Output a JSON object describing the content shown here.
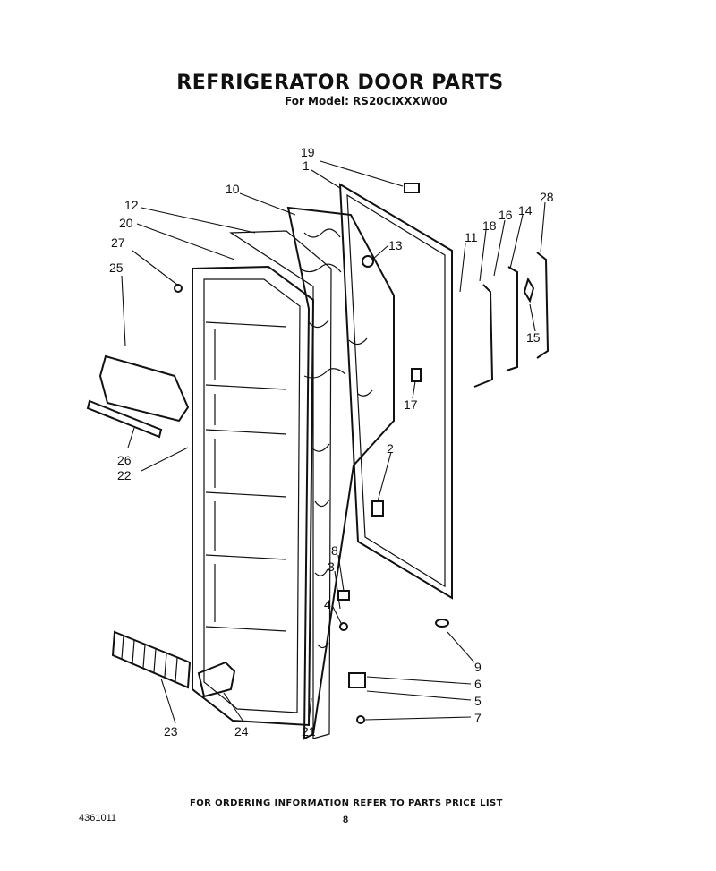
{
  "header": {
    "title": "REFRIGERATOR DOOR PARTS",
    "model": "For Model: RS20CIXXXW00"
  },
  "parts": [
    {
      "number": "19"
    },
    {
      "number": "1"
    },
    {
      "number": "10"
    },
    {
      "number": "12"
    },
    {
      "number": "20"
    },
    {
      "number": "27"
    },
    {
      "number": "25"
    },
    {
      "number": "13"
    },
    {
      "number": "11"
    },
    {
      "number": "18"
    },
    {
      "number": "16"
    },
    {
      "number": "14"
    },
    {
      "number": "28"
    },
    {
      "number": "15"
    },
    {
      "number": "17"
    },
    {
      "number": "2"
    },
    {
      "number": "26"
    },
    {
      "number": "22"
    },
    {
      "number": "8"
    },
    {
      "number": "3"
    },
    {
      "number": "4"
    },
    {
      "number": "9"
    },
    {
      "number": "6"
    },
    {
      "number": "5"
    },
    {
      "number": "7"
    },
    {
      "number": "23"
    },
    {
      "number": "24"
    },
    {
      "number": "21"
    }
  ],
  "footer": {
    "ordering_note": "FOR ORDERING INFORMATION REFER TO PARTS PRICE LIST",
    "doc_number": "4361011",
    "page_number": "8"
  }
}
